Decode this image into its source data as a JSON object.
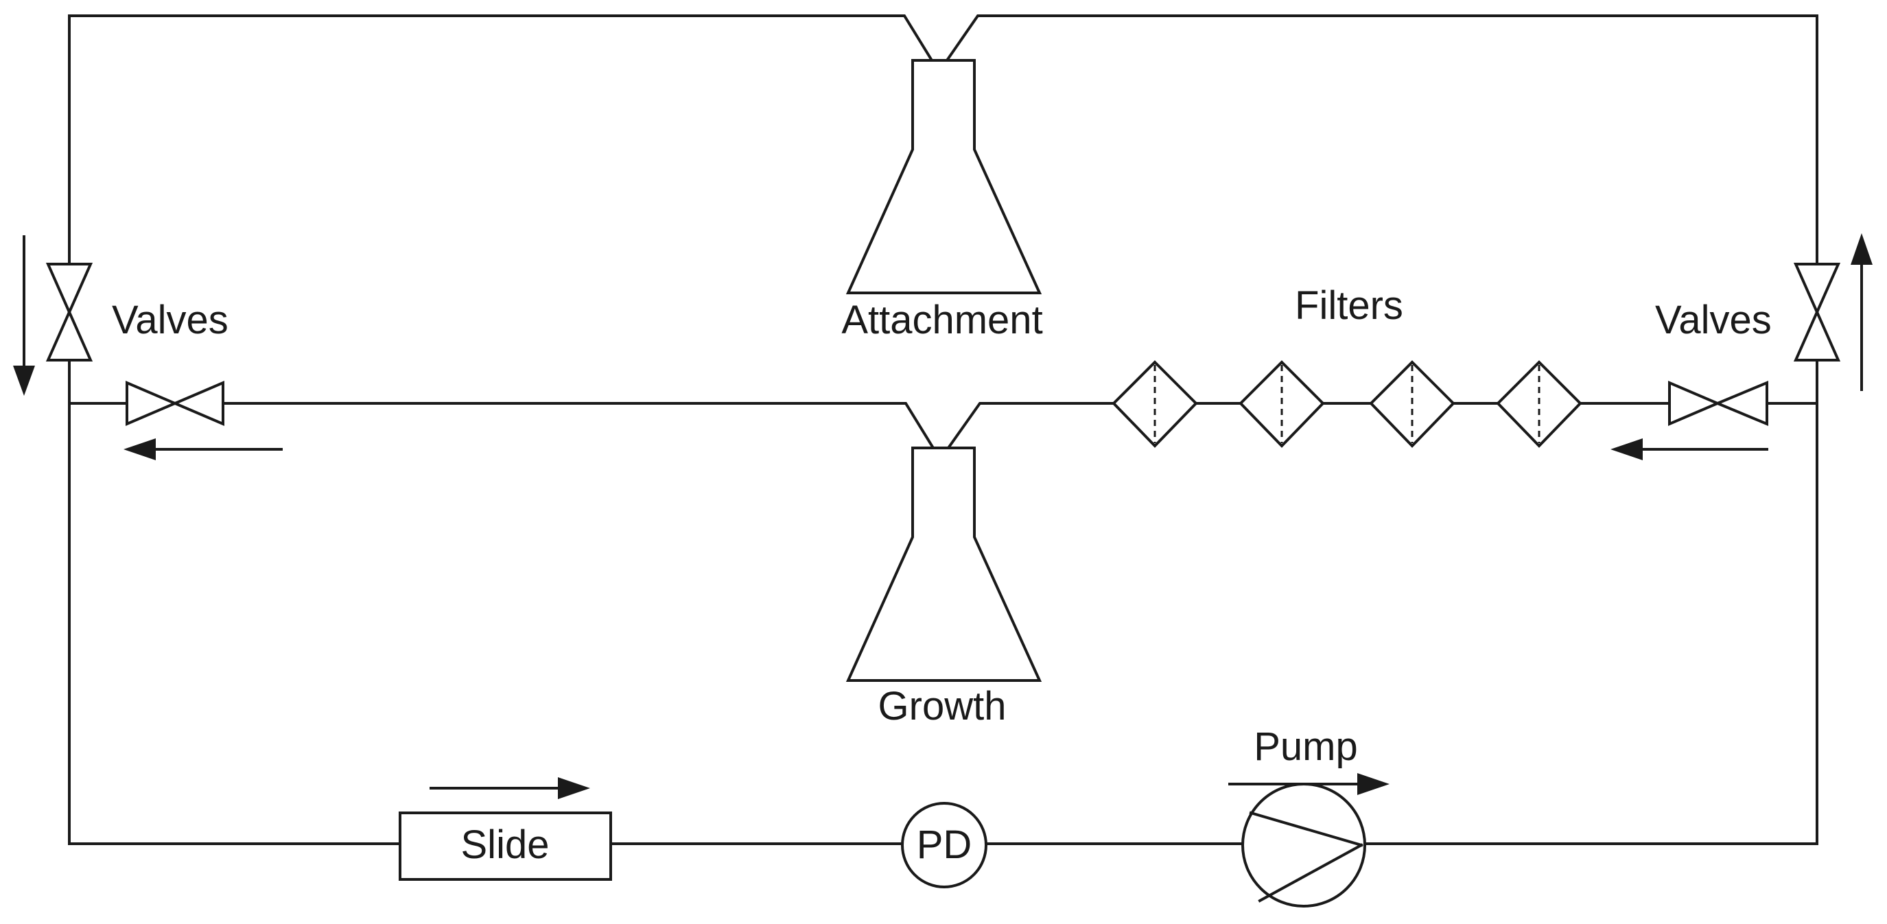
{
  "labels": {
    "valves_left": "Valves",
    "valves_right": "Valves",
    "attachment": "Attachment",
    "filters": "Filters",
    "growth": "Growth",
    "pump": "Pump",
    "slide": "Slide",
    "pd": "PD"
  }
}
